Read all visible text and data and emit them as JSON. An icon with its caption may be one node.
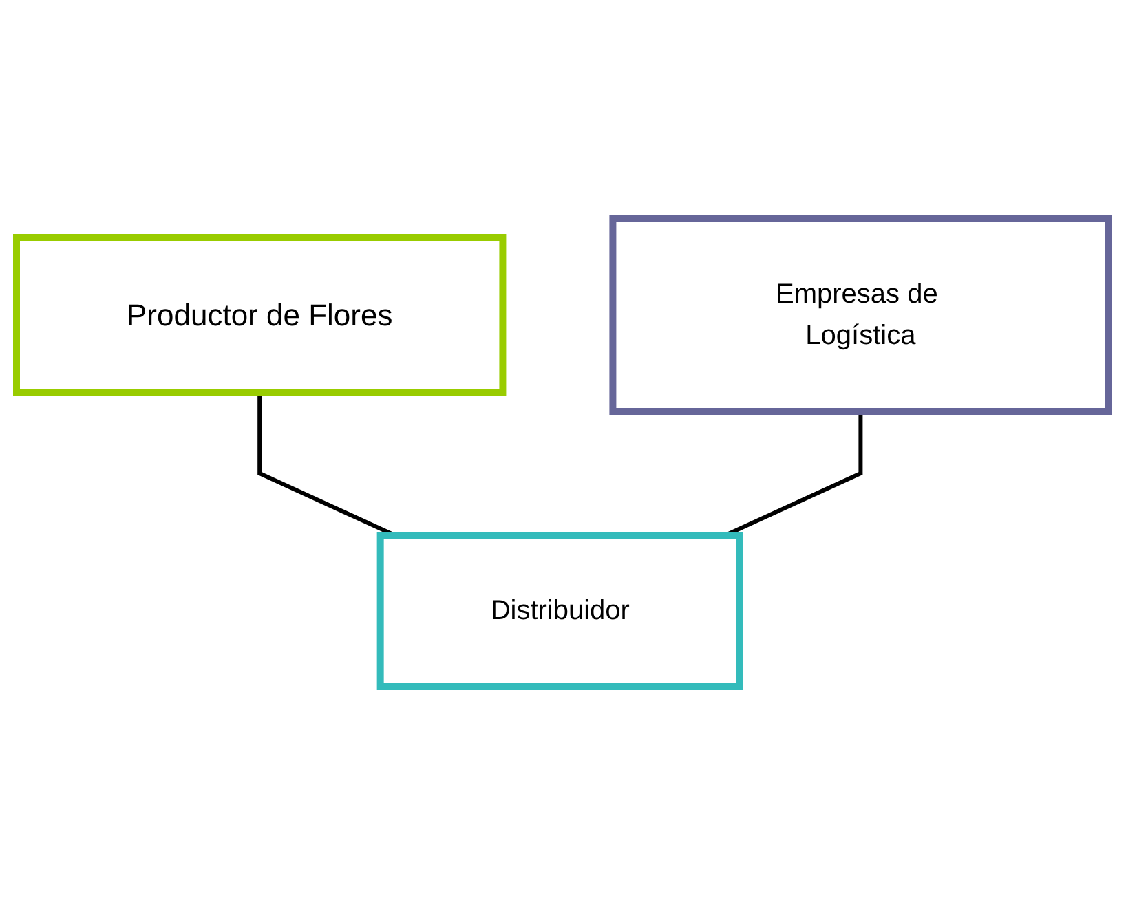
{
  "diagram": {
    "nodes": [
      {
        "text": [
          "Productor de Flores"
        ]
      },
      {
        "text": [
          "Empresas de Logística"
        ]
      },
      {
        "text": [
          "Distribuidor"
        ]
      }
    ],
    "edges": [
      {
        "from": 0,
        "to": 2,
        "arrow": "none"
      },
      {
        "from": 1,
        "to": 2,
        "arrow": "none"
      }
    ]
  }
}
